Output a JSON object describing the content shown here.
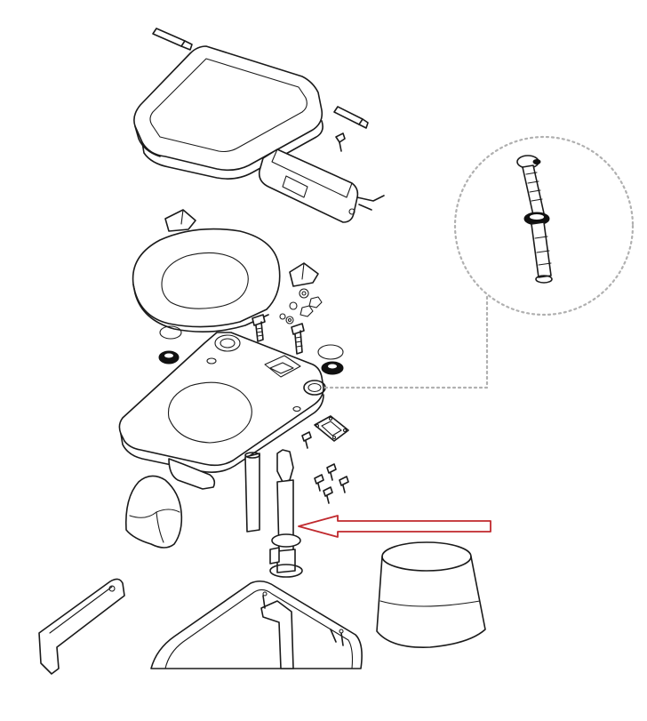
{
  "diagram": {
    "colors": {
      "line": "#1a1a1a",
      "callout": "#b0b0b0",
      "arrow": "#c0282d",
      "background": "#ffffff"
    },
    "parts": [
      "hinge-pin-left",
      "lid",
      "hinge-pin-right",
      "small-screw",
      "hinge-cover",
      "seat-clip-left",
      "seat-ring",
      "seat-clip-right",
      "washers-and-nuts",
      "bolt-left",
      "bolt-right",
      "o-ring-left",
      "o-ring-right",
      "top-deck",
      "gasket-plate",
      "screws",
      "shield",
      "bellows-rod",
      "piston-rod",
      "bellows-cup",
      "tank-handle",
      "tank-body",
      "holding-tank-insert"
    ],
    "callout": {
      "subject": "piston-rod-detail",
      "style": "dotted-circle"
    },
    "arrow": {
      "points_to": "piston-rod",
      "direction": "left"
    }
  }
}
